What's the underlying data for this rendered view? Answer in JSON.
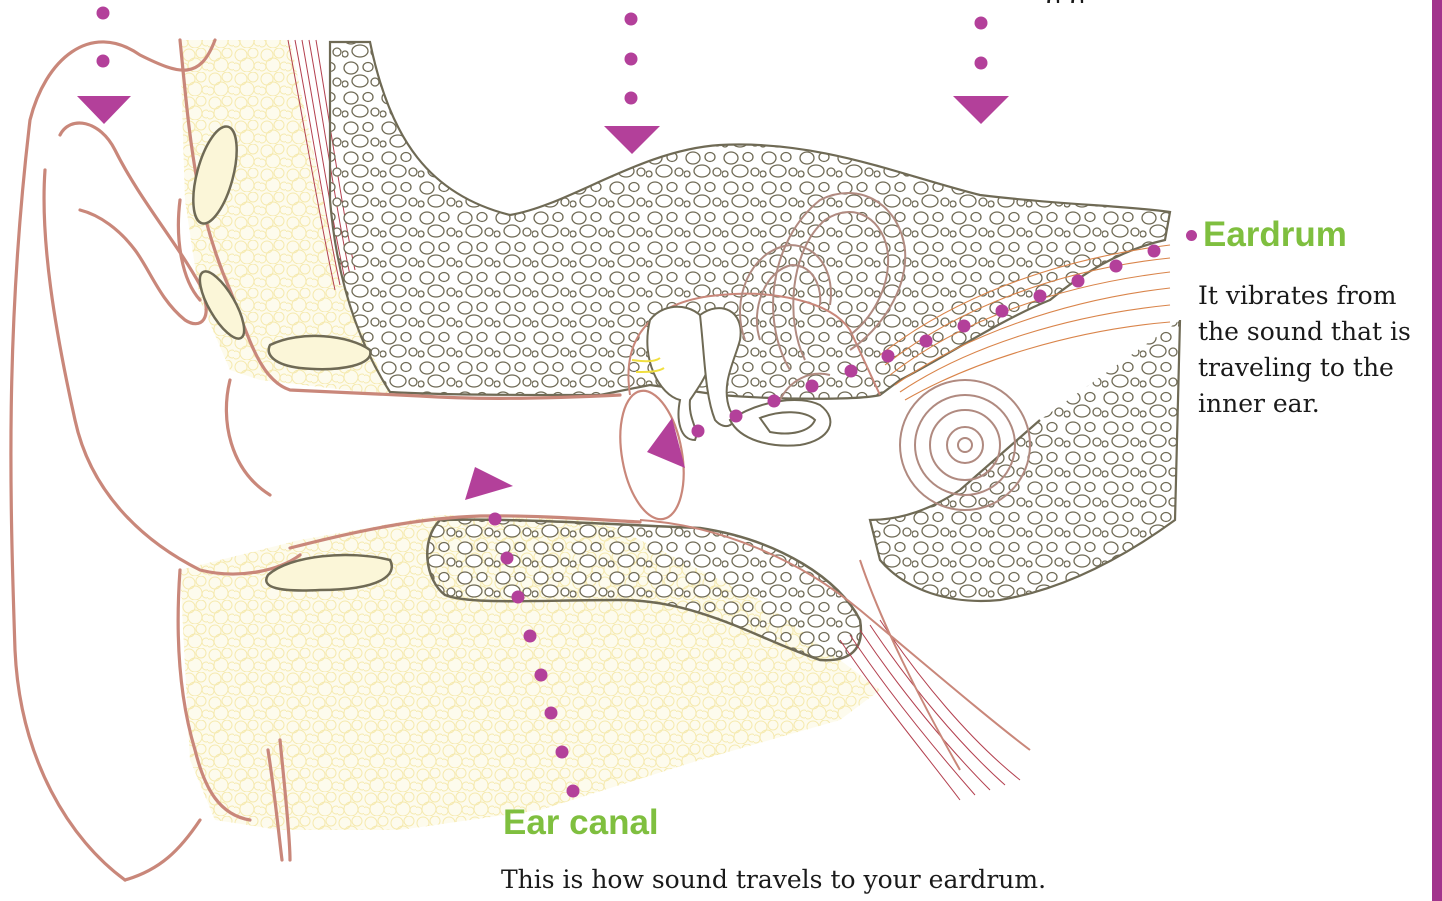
{
  "colors": {
    "accent_magenta": "#b3409a",
    "label_green": "#7fbf3f",
    "outer_ear": "#c9877a",
    "bone_outline": "#6f6a55",
    "fat_tissue": "#f4e6a0",
    "fat_fill": "#fbf6d8",
    "muscle": "#b3404f",
    "nerve": "#d9844a",
    "right_bar": "#a2348c"
  },
  "labels": {
    "eardrum": {
      "title": "Eardrum",
      "description": "It vibrates from the sound that is traveling to the inner ear."
    },
    "ear_canal": {
      "title": "Ear canal",
      "description": "This is how sound travels to your eardrum."
    }
  },
  "cropped_top_text": "g           g"
}
